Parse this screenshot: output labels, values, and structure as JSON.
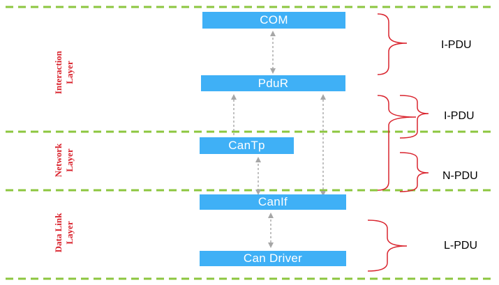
{
  "layers": {
    "interaction": "Interaction Layer",
    "network": "Network Layer",
    "datalink": "Data Link Layer"
  },
  "modules": {
    "com": "COM",
    "pdur": "PduR",
    "cantp": "CanTp",
    "canif": "CanIf",
    "driver": "Can Driver"
  },
  "pdus": {
    "upper": "I-PDU",
    "mid": "I-PDU",
    "network": "N-PDU",
    "link": "L-PDU"
  },
  "colors": {
    "module_fill": "#3fb0f6",
    "separator": "#8cc63f",
    "bracket": "#d9232d",
    "arrow": "#a6a6a6",
    "layer_text": "#d9232d"
  }
}
